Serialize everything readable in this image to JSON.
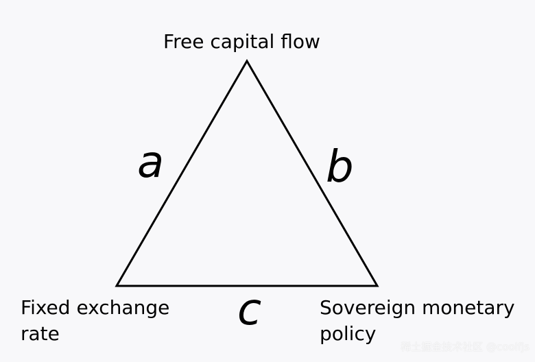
{
  "vertices": {
    "top": "Free capital flow",
    "bottom_left": [
      "Fixed exchange",
      "rate"
    ],
    "bottom_right": [
      "Sovereign monetary",
      "policy"
    ]
  },
  "sides": {
    "left": "a",
    "right": "b",
    "bottom": "c"
  },
  "watermark": "稀土掘金技术社区 @coolfjs"
}
